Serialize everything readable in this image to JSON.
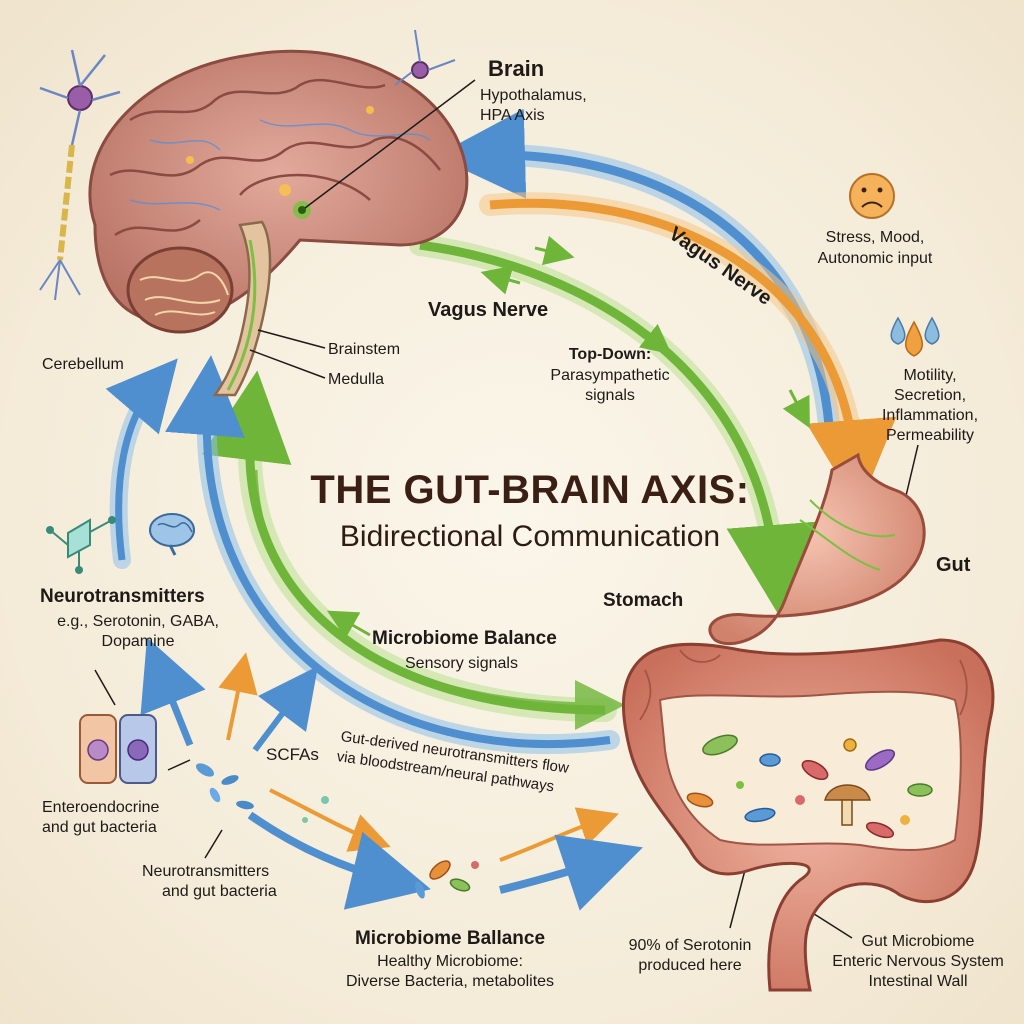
{
  "title": "THE GUT-BRAIN AXIS:",
  "subtitle": "Bidirectional Communication",
  "brain": {
    "heading": "Brain",
    "line1": "Hypothalamus,",
    "line2": "HPA Axis"
  },
  "cerebellum": "Cerebellum",
  "brainstem": "Brainstem",
  "medulla": "Medulla",
  "vagus_center": "Vagus Nerve",
  "vagus_diagonal": "Vagus Nerve",
  "topdown": {
    "heading": "Top-Down:",
    "line1": "Parasympathetic",
    "line2": "signals"
  },
  "stress": {
    "line1": "Stress, Mood,",
    "line2": "Autonomic input"
  },
  "motility": {
    "line1": "Motility,",
    "line2": "Secretion,",
    "line3": "Inflammation,",
    "line4": "Permeability"
  },
  "gut": "Gut",
  "stomach": "Stomach",
  "microbiome_center": {
    "heading": "Microbiome Balance",
    "line1": "Sensory signals"
  },
  "neurotransmitters": {
    "heading": "Neurotransmitters",
    "line1": "e.g., Serotonin, GABA,",
    "line2": "Dopamine"
  },
  "scfas": "SCFAs",
  "gut_derived": {
    "line1": "Gut-derived neurotransmitters flow",
    "line2": "via bloodstream/neural pathways"
  },
  "enteroendocrine": {
    "line1": "Enteroendocrine",
    "line2": "and gut bacteria"
  },
  "nt_gut": {
    "line1": "Neurotransmitters",
    "line2": "and gut bacteria"
  },
  "microbiome_bottom": {
    "heading": "Microbiome Ballance",
    "line1": "Healthy Microbiome:",
    "line2": "Diverse Bacteria, metabolites"
  },
  "serotonin": {
    "line1": "90% of Serotonin",
    "line2": "produced here"
  },
  "gut_microbiome": {
    "line1": "Gut Microbiome",
    "line2": "Enteric Nervous System",
    "line3": "Intestinal Wall"
  },
  "colors": {
    "blue_arrow": "#5b9bd5",
    "orange_arrow": "#f0a040",
    "green_arrow": "#7cc043",
    "brain": "#c98a7e",
    "gut": "#d98c78",
    "text": "#1d1a17",
    "title": "#3b1f14"
  },
  "icons": [
    "neuron-icon",
    "sad-face-icon",
    "droplets-icon",
    "molecule-icon",
    "mini-brain-icon",
    "enteroendocrine-cells-icon",
    "bacteria-cluster-icon",
    "mushroom-icon"
  ]
}
